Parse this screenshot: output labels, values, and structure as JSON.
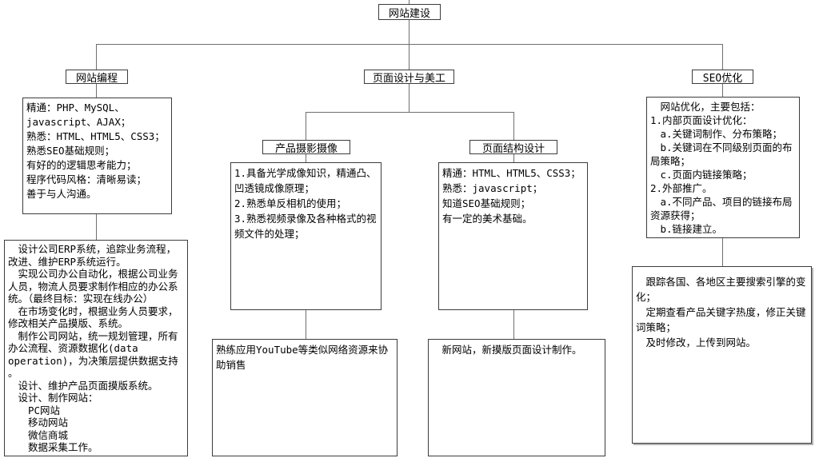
{
  "diagram": {
    "title_note": "网站建设组织结构图",
    "colors": {
      "background": "#ffffff",
      "line": "#6f6f6f",
      "border": "#3c3c3c",
      "text": "#000000"
    },
    "root_label": "网站建设",
    "branches": {
      "programming": {
        "title": "网站编程",
        "skills": "精通：PHP、MySQL、\njavascript、AJAX；\n熟悉：HTML、HTML5、CSS3；\n熟悉SEO基础规则；\n有好的的逻辑思考能力；\n程序代码风格：清晰易读；\n善于与人沟通。",
        "duties": "　设计公司ERP系统，追踪业务流程，\n改进、维护ERP系统运行。\n　实现公司办公自动化，根据公司业务\n人员，物流人员要求制作相应的办公系\n统。（最终目标：实现在线办公）\n　在市场变化时，根据业务人员要求，\n修改相关产品摸版、系统。\n　制作公司网站，统一规划管理，所有\n办公流程、资源数据化(data\noperation)，为决策层提供数据支持\n。\n　设计、维护产品页面摸版系统。\n　设计、制作网站：\n　　PC网站\n　　移动网站\n　　微信商城\n　　数据采集工作。"
      },
      "design": {
        "title": "页面设计与美工",
        "photography": {
          "title": "产品摄影摄像",
          "skills": "1.具备光学成像知识，精通凸、\n凹透镜成像原理；\n2.熟悉单反相机的使用；\n3.熟悉视频录像及各种格式的视\n频文件的处理；",
          "duties": "熟练应用YouTube等类似网络资源来协\n助销售"
        },
        "structure": {
          "title": "页面结构设计",
          "skills": "精通：HTML、HTML5、CSS3；\n熟悉：javascript；\n知道SEO基础规则；\n有一定的美术基础。",
          "duties": "　新网站，新摸版页面设计制作。"
        }
      },
      "seo": {
        "title": "SEO优化",
        "skills": "　网站优化，主要包括：\n1.内部页面设计优化：\n　a.关键词制作、分布策略；\n　b.关键词在不同级别页面的布\n局策略；\n　c.页面内链接策略；\n2.外部推广。\n　a.不同产品、项目的链接布局\n资源获得；\n　b.链接建立。",
        "duties": "　跟踪各国、各地区主要搜索引擎的变\n化；\n　定期查看产品关键字热度，修正关键\n词策略；\n　及时修改，上传到网站。"
      }
    }
  }
}
